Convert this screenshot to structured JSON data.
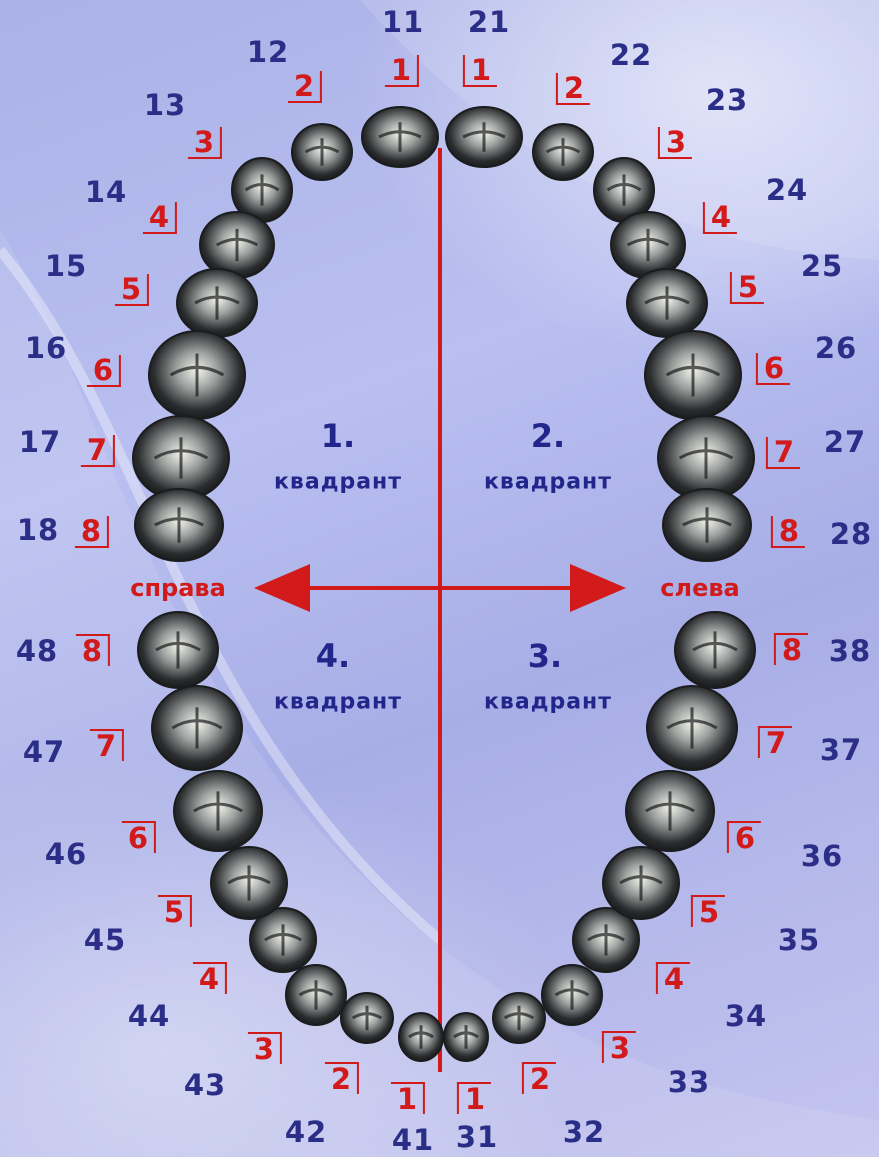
{
  "upper_right": {
    "fdi": [
      "11",
      "12",
      "13",
      "14",
      "15",
      "16",
      "17",
      "18"
    ],
    "palmer": [
      "1",
      "2",
      "3",
      "4",
      "5",
      "6",
      "7",
      "8"
    ]
  },
  "upper_left": {
    "fdi": [
      "21",
      "22",
      "23",
      "24",
      "25",
      "26",
      "27",
      "28"
    ],
    "palmer": [
      "1",
      "2",
      "3",
      "4",
      "5",
      "6",
      "7",
      "8"
    ]
  },
  "lower_left": {
    "fdi": [
      "31",
      "32",
      "33",
      "34",
      "35",
      "36",
      "37",
      "38"
    ],
    "palmer": [
      "1",
      "2",
      "3",
      "4",
      "5",
      "6",
      "7",
      "8"
    ]
  },
  "lower_right": {
    "fdi": [
      "41",
      "42",
      "43",
      "44",
      "45",
      "46",
      "47",
      "48"
    ],
    "palmer": [
      "1",
      "2",
      "3",
      "4",
      "5",
      "6",
      "7",
      "8"
    ]
  },
  "quadrants": {
    "q1": {
      "number": "1.",
      "word": "квадрант"
    },
    "q2": {
      "number": "2.",
      "word": "квадрант"
    },
    "q3": {
      "number": "3.",
      "word": "квадрант"
    },
    "q4": {
      "number": "4.",
      "word": "квадрант"
    }
  },
  "sides": {
    "right": "справа",
    "left": "слева"
  },
  "colors": {
    "fdi": "#2b2e86",
    "palmer": "#d21a1a",
    "midline": "#d21a1a",
    "quadrant_text": "#22268a"
  }
}
